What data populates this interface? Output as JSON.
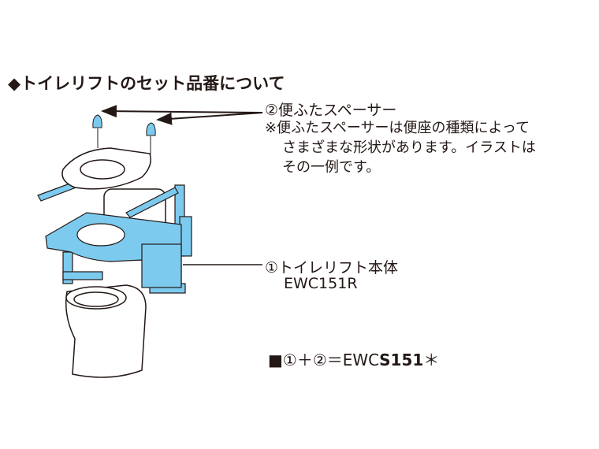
{
  "title": "◆トイレリフトのセット品番について",
  "spacer": {
    "label": "②便ふたスペーサー"
  },
  "note": {
    "lines": [
      "※便ふたスペーサーは便座の種類によって",
      "さまざまな形状があります。イラストは",
      "その一例です。"
    ]
  },
  "lift": {
    "label": "①トイレリフト本体",
    "model": "EWC151R"
  },
  "set": {
    "prefix": "■①＋②＝EWC",
    "bold": "S151",
    "suffix": "＊"
  },
  "colors": {
    "accent": "#7ccbef",
    "line": "#231815"
  }
}
